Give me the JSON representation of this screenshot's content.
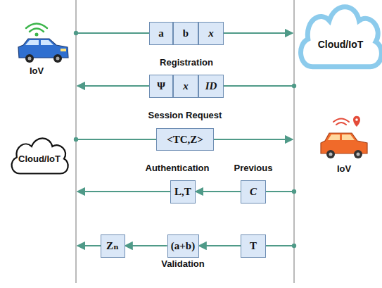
{
  "diagram": {
    "nodes": [
      {
        "text": [
          "a"
        ]
      },
      {
        "text": [
          "b"
        ]
      },
      {
        "text": [
          "x"
        ]
      },
      {
        "text": [
          "Cloud/IoT"
        ]
      },
      {
        "text": [
          "Ψ"
        ]
      },
      {
        "text": [
          "x"
        ]
      },
      {
        "text": [
          "ID"
        ]
      },
      {
        "text": [
          "Cloud/IoT"
        ]
      },
      {
        "text": [
          "<TC,Z>"
        ]
      },
      {
        "text": [
          "L,T"
        ]
      },
      {
        "text": [
          "C"
        ]
      },
      {
        "text": [
          "Zₙ"
        ]
      },
      {
        "text": [
          "(a+b)"
        ]
      },
      {
        "text": [
          "T"
        ]
      }
    ],
    "edges": [
      {
        "from": 10,
        "to": 9,
        "arrow": "to"
      },
      {
        "from": 13,
        "to": 12,
        "arrow": "to"
      },
      {
        "from": 12,
        "to": 11,
        "arrow": "to"
      }
    ],
    "labels": [
      "IoV",
      "Registration",
      "Session Request",
      "IoV",
      "Authentication",
      "Previous",
      "Validation"
    ]
  }
}
